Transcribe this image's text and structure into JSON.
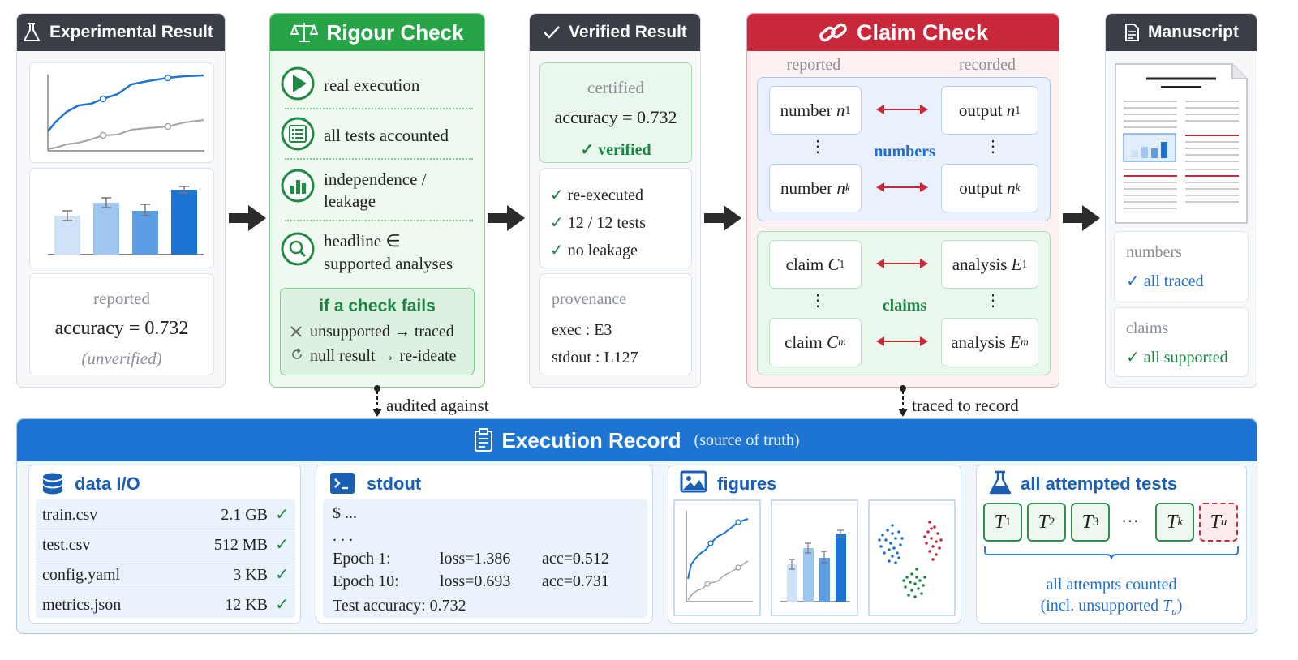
{
  "experimental": {
    "title": "Experimental Result",
    "reported_label": "reported",
    "accuracy": "accuracy = 0.732",
    "unverified": "(unverified)"
  },
  "rigour": {
    "title": "Rigour Check",
    "items": [
      "real execution",
      "all tests accounted",
      "independence /",
      "leakage",
      "headline ∈",
      "supported analyses"
    ],
    "fail_title": "if a check fails",
    "fail_1": "unsupported → traced",
    "fail_2": "null result → re-ideate"
  },
  "verified": {
    "title": "Verified Result",
    "certified": "certified",
    "accuracy": "accuracy = 0.732",
    "verified": "verified",
    "checks": [
      "re-executed",
      "12 / 12 tests",
      "no leakage"
    ],
    "provenance": "provenance",
    "exec": "exec : E3",
    "stdout": "stdout : L127"
  },
  "claim": {
    "title": "Claim Check",
    "reported": "reported",
    "recorded": "recorded",
    "numbers_label": "numbers",
    "claims_label": "claims",
    "number_word": "number",
    "output_word": "output",
    "claim_word": "claim",
    "analysis_word": "analysis",
    "ellipsis": "⋮"
  },
  "manuscript": {
    "title": "Manuscript",
    "numbers": "numbers",
    "all_traced": "all traced",
    "claims": "claims",
    "all_supported": "all supported"
  },
  "connectors": {
    "audited": "audited against",
    "traced": "traced to record"
  },
  "record": {
    "title": "Execution Record",
    "subtitle": "(source of truth)",
    "data_io": {
      "title": "data I/O",
      "files": [
        {
          "name": "train.csv",
          "size": "2.1 GB"
        },
        {
          "name": "test.csv",
          "size": "512 MB"
        },
        {
          "name": "config.yaml",
          "size": "3 KB"
        },
        {
          "name": "metrics.json",
          "size": "12 KB"
        }
      ]
    },
    "stdout": {
      "title": "stdout",
      "line1": "$ ...",
      "line2": ". . .",
      "e1_label": "Epoch  1:",
      "e1_loss": "loss=1.386",
      "e1_acc": "acc=0.512",
      "e10_label": "Epoch 10:",
      "e10_loss": "loss=0.693",
      "e10_acc": "acc=0.731",
      "test": "Test accuracy: 0.732"
    },
    "figures": {
      "title": "figures"
    },
    "tests": {
      "title": "all attempted tests",
      "dots": "···",
      "caption1": "all attempts counted",
      "caption2": "(incl. unsupported "
    }
  },
  "colors": {
    "dark_header": "#3a3f47",
    "green_header": "#27a447",
    "red_header": "#c8283a",
    "blue_header": "#1e74d2",
    "accent_blue": "#1e6fd0",
    "accent_green": "#17853f"
  }
}
